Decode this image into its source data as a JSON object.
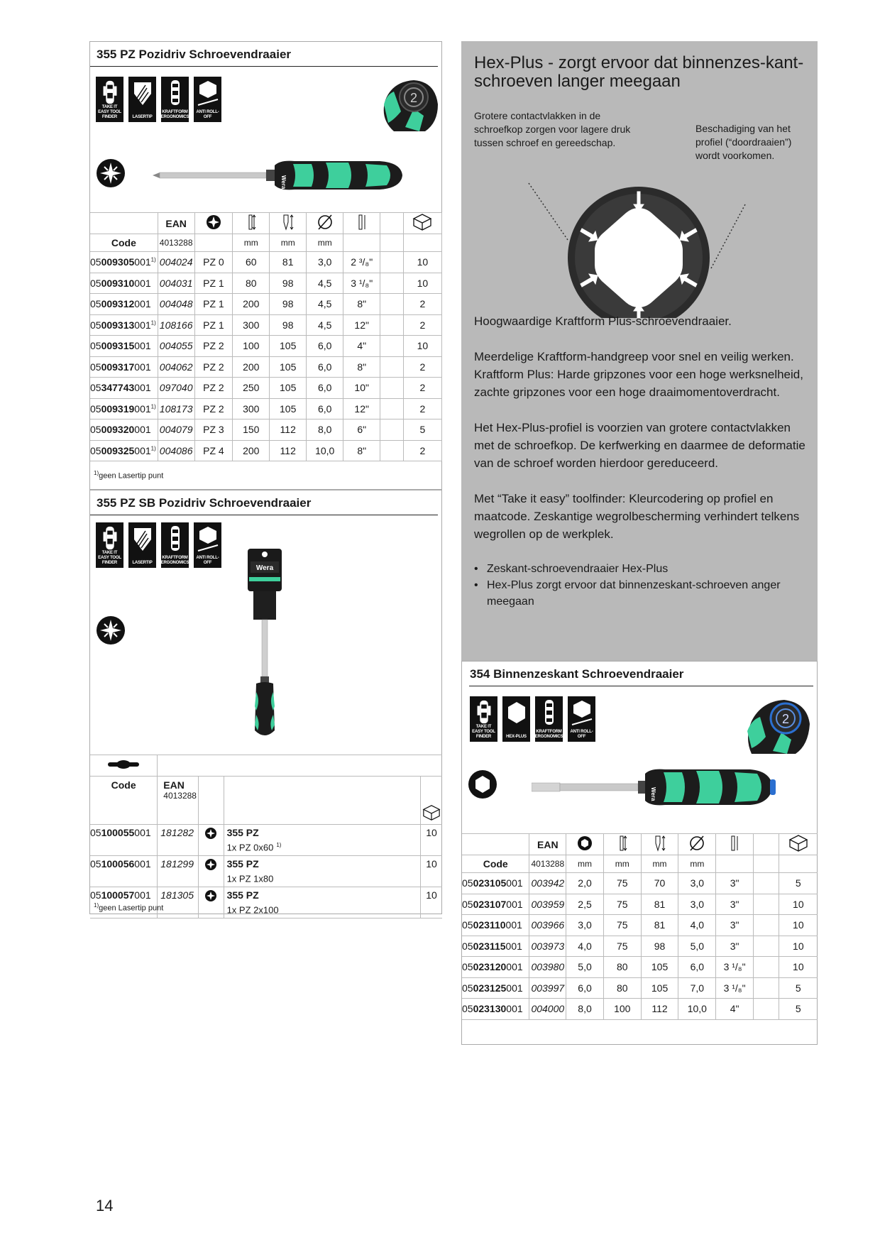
{
  "page_number": "14",
  "badge_labels": {
    "take": "TAKE IT EASY TOOL FINDER",
    "laser": "LASERTIP",
    "kraft": "KRAFTFORM ERGONOMICS",
    "anti": "ANTI ROLL-OFF",
    "hexplus": "HEX-PLUS"
  },
  "section1": {
    "title": "355 PZ Pozidriv Schroevendraaier",
    "header_ean": "EAN",
    "header_code": "Code",
    "header_prefix": "4013288",
    "header_mm": "mm",
    "rows": [
      {
        "pre": "05",
        "bold": "009305",
        "post": "001",
        "sup": "1)",
        "ean": "004024",
        "pz": "PZ 0",
        "l1": "60",
        "l2": "81",
        "d": "3,0",
        "inch": "2 ³/₈\"",
        "qty": "10"
      },
      {
        "pre": "05",
        "bold": "009310",
        "post": "001",
        "sup": "",
        "ean": "004031",
        "pz": "PZ 1",
        "l1": "80",
        "l2": "98",
        "d": "4,5",
        "inch": "3 ¹/₈\"",
        "qty": "10"
      },
      {
        "pre": "05",
        "bold": "009312",
        "post": "001",
        "sup": "",
        "ean": "004048",
        "pz": "PZ 1",
        "l1": "200",
        "l2": "98",
        "d": "4,5",
        "inch": "8\"",
        "qty": "2"
      },
      {
        "pre": "05",
        "bold": "009313",
        "post": "001",
        "sup": "1)",
        "ean": "108166",
        "pz": "PZ 1",
        "l1": "300",
        "l2": "98",
        "d": "4,5",
        "inch": "12\"",
        "qty": "2"
      },
      {
        "pre": "05",
        "bold": "009315",
        "post": "001",
        "sup": "",
        "ean": "004055",
        "pz": "PZ 2",
        "l1": "100",
        "l2": "105",
        "d": "6,0",
        "inch": "4\"",
        "qty": "10"
      },
      {
        "pre": "05",
        "bold": "009317",
        "post": "001",
        "sup": "",
        "ean": "004062",
        "pz": "PZ 2",
        "l1": "200",
        "l2": "105",
        "d": "6,0",
        "inch": "8\"",
        "qty": "2"
      },
      {
        "pre": "05",
        "bold": "347743",
        "post": "001",
        "sup": "",
        "ean": "097040",
        "pz": "PZ 2",
        "l1": "250",
        "l2": "105",
        "d": "6,0",
        "inch": "10\"",
        "qty": "2"
      },
      {
        "pre": "05",
        "bold": "009319",
        "post": "001",
        "sup": "1)",
        "ean": "108173",
        "pz": "PZ 2",
        "l1": "300",
        "l2": "105",
        "d": "6,0",
        "inch": "12\"",
        "qty": "2"
      },
      {
        "pre": "05",
        "bold": "009320",
        "post": "001",
        "sup": "",
        "ean": "004079",
        "pz": "PZ 3",
        "l1": "150",
        "l2": "112",
        "d": "8,0",
        "inch": "6\"",
        "qty": "5"
      },
      {
        "pre": "05",
        "bold": "009325",
        "post": "001",
        "sup": "1)",
        "ean": "004086",
        "pz": "PZ 4",
        "l1": "200",
        "l2": "112",
        "d": "10,0",
        "inch": "8\"",
        "qty": "2"
      }
    ],
    "footnote_sup": "1)",
    "footnote": "geen Lasertip punt"
  },
  "section2": {
    "title": "355 PZ SB Pozidriv Schroevendraaier",
    "header_code": "Code",
    "header_ean": "EAN",
    "header_prefix": "4013288",
    "rows": [
      {
        "pre": "05",
        "bold": "100055",
        "post": "001",
        "ean": "181282",
        "name": "355 PZ",
        "desc": "1x PZ 0x60",
        "sup": "1)",
        "qty": "10"
      },
      {
        "pre": "05",
        "bold": "100056",
        "post": "001",
        "ean": "181299",
        "name": "355 PZ",
        "desc": "1x PZ 1x80",
        "sup": "",
        "qty": "10"
      },
      {
        "pre": "05",
        "bold": "100057",
        "post": "001",
        "ean": "181305",
        "name": "355 PZ",
        "desc": "1x PZ 2x100",
        "sup": "",
        "qty": "10"
      }
    ],
    "footnote_sup": "1)",
    "footnote": "geen Lasertip punt"
  },
  "sidebar": {
    "heading": "Hex-Plus - zorgt ervoor dat binnenzes-kant-schroeven langer meegaan",
    "callout_left": "Grotere contactvlakken in de schroefkop zorgen voor lagere druk tussen schroef en gereedschap.",
    "callout_right": "Beschadiging van het profiel (“doordraaien”) wordt voorkomen.",
    "p1": "Hoogwaardige Kraftform Plus-schroevendraaier.",
    "p2": "Meerdelige Kraftform-handgreep voor snel en veilig werken. Kraftform Plus: Harde gripzones voor een hoge werksnelheid, zachte gripzones voor een hoge draaimomentoverdracht.",
    "p3": "Het Hex-Plus-profiel is voorzien van grotere contactvlakken met de schroefkop. De kerfwerking en daarmee de deformatie van de schroef worden hierdoor gereduceerd.",
    "p4": "Met “Take it easy” toolfinder: Kleurcodering op profiel en maatcode. Zeskantige wegrolbescherming verhindert telkens wegrollen op de werkplek.",
    "bullets": [
      "Zeskant-schroevendraaier Hex-Plus",
      "Hex-Plus zorgt ervoor dat binnenzeskant-schroeven anger meegaan"
    ]
  },
  "section3": {
    "title": "354 Binnenzeskant Schroevendraaier",
    "header_ean": "EAN",
    "header_code": "Code",
    "header_prefix": "4013288",
    "header_mm": "mm",
    "rows": [
      {
        "pre": "05",
        "bold": "023105",
        "post": "001",
        "ean": "003942",
        "size": "2,0",
        "l1": "75",
        "l2": "70",
        "d": "3,0",
        "inch": "3\"",
        "qty": "5"
      },
      {
        "pre": "05",
        "bold": "023107",
        "post": "001",
        "ean": "003959",
        "size": "2,5",
        "l1": "75",
        "l2": "81",
        "d": "3,0",
        "inch": "3\"",
        "qty": "10"
      },
      {
        "pre": "05",
        "bold": "023110",
        "post": "001",
        "ean": "003966",
        "size": "3,0",
        "l1": "75",
        "l2": "81",
        "d": "4,0",
        "inch": "3\"",
        "qty": "10"
      },
      {
        "pre": "05",
        "bold": "023115",
        "post": "001",
        "ean": "003973",
        "size": "4,0",
        "l1": "75",
        "l2": "98",
        "d": "5,0",
        "inch": "3\"",
        "qty": "10"
      },
      {
        "pre": "05",
        "bold": "023120",
        "post": "001",
        "ean": "003980",
        "size": "5,0",
        "l1": "80",
        "l2": "105",
        "d": "6,0",
        "inch": "3 ¹/₈\"",
        "qty": "10"
      },
      {
        "pre": "05",
        "bold": "023125",
        "post": "001",
        "ean": "003997",
        "size": "6,0",
        "l1": "80",
        "l2": "105",
        "d": "7,0",
        "inch": "3 ¹/₈\"",
        "qty": "5"
      },
      {
        "pre": "05",
        "bold": "023130",
        "post": "001",
        "ean": "004000",
        "size": "8,0",
        "l1": "100",
        "l2": "112",
        "d": "10,0",
        "inch": "4\"",
        "qty": "5"
      }
    ]
  },
  "colors": {
    "wera_green": "#3ecf9c",
    "black": "#111111",
    "sidebar_gray": "#b9b9b9"
  }
}
